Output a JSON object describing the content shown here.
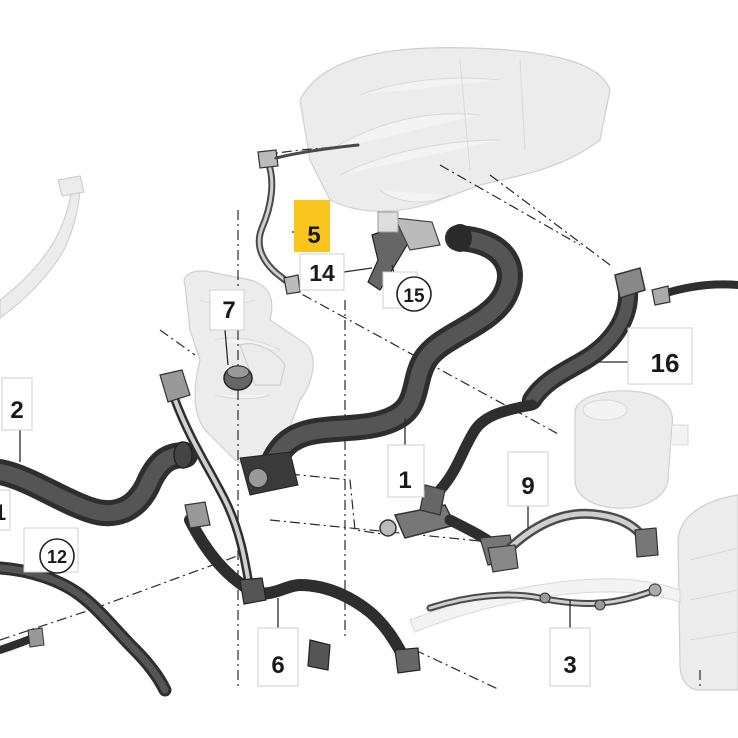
{
  "diagram": {
    "highlight_color": "#f7c51e",
    "callouts": [
      {
        "id": "c1",
        "text": "1"
      },
      {
        "id": "c2",
        "text": "2"
      },
      {
        "id": "c3",
        "text": "3"
      },
      {
        "id": "c5",
        "text": "5"
      },
      {
        "id": "c6",
        "text": "6"
      },
      {
        "id": "c7",
        "text": "7"
      },
      {
        "id": "c9",
        "text": "9"
      },
      {
        "id": "c12",
        "text": "12"
      },
      {
        "id": "c14",
        "text": "14"
      },
      {
        "id": "c15",
        "text": "15"
      },
      {
        "id": "c16",
        "text": "16"
      },
      {
        "id": "cedge",
        "text": "1"
      }
    ]
  }
}
